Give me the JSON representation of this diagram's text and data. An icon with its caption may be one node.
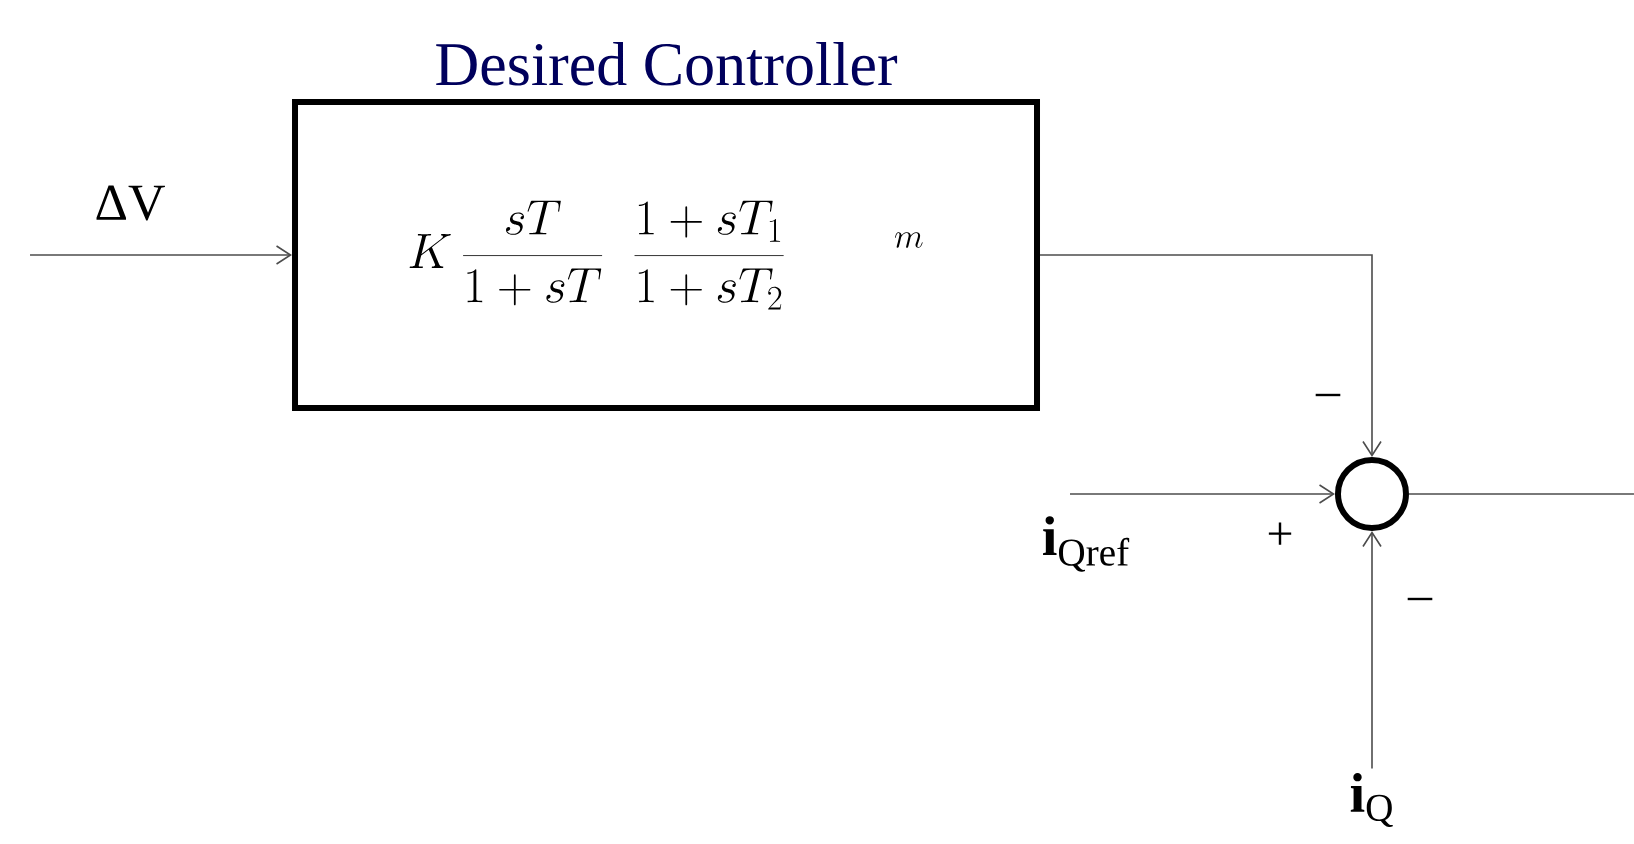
{
  "diagram": {
    "nodes": [
      {
        "text": [
          "Desired Controller",
          "K\\,\\frac{sT}{1+sT}\\;\\;\\frac{1+sT_1}{1+sT_2}\\qquad^{m}"
        ]
      },
      {
        "text": [],
        "shape": "circle"
      },
      {
        "text": [
          "**i**$_{Qref}$"
        ]
      },
      {
        "text": [
          "**i**$_{Q}$"
        ]
      }
    ],
    "edges": [
      {
        "from": null,
        "to": 0,
        "arrow": "to",
        "label": "ΔV"
      },
      {
        "from": 0,
        "to": 1,
        "arrow": "to"
      },
      {
        "from": 2,
        "to": 1,
        "arrow": "to"
      },
      {
        "from": 3,
        "to": 1,
        "arrow": "to"
      },
      {
        "from": 1,
        "to": null,
        "arrow": "none"
      }
    ],
    "labels": [
      "–",
      "+",
      "–"
    ]
  }
}
